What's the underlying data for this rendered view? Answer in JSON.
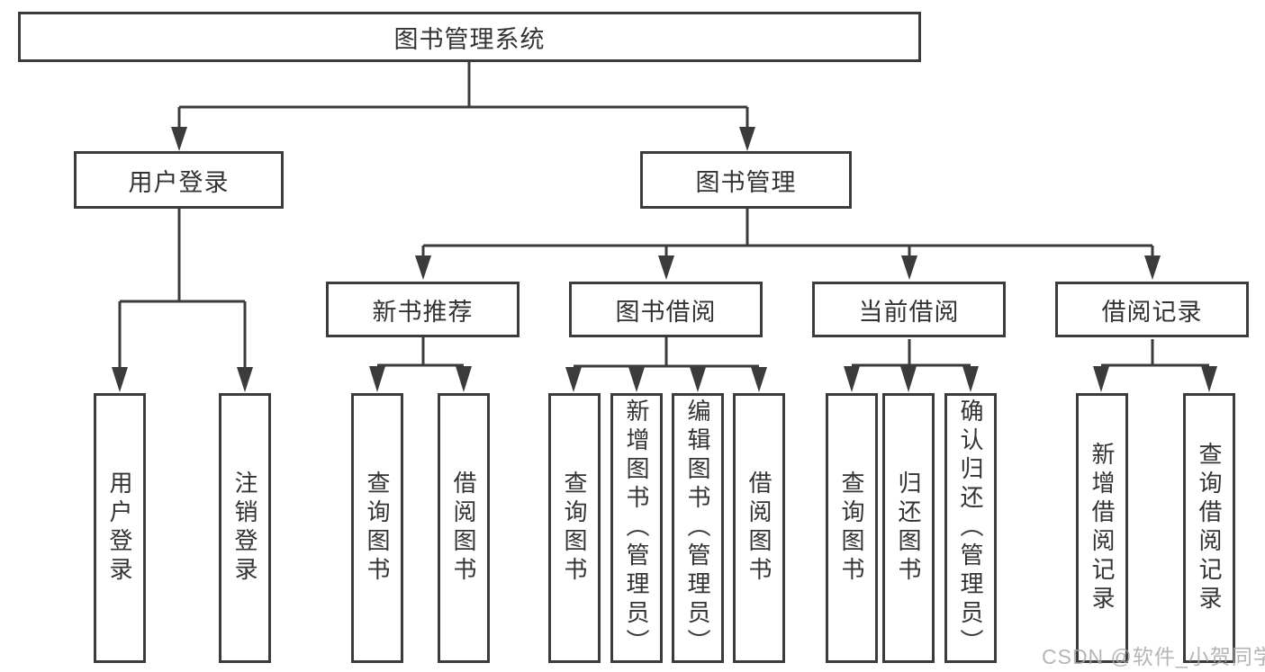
{
  "diagram_title": "图书管理系统",
  "tree": {
    "root_label": "图书管理系统",
    "branches": [
      {
        "label": "用户登录",
        "children": [
          {
            "label": "用户登录"
          },
          {
            "label": "注销登录"
          }
        ]
      },
      {
        "label": "图书管理",
        "sections": [
          {
            "label": "新书推荐",
            "children": [
              {
                "label": "查询图书"
              },
              {
                "label": "借阅图书"
              }
            ]
          },
          {
            "label": "图书借阅",
            "children": [
              {
                "label": "查询图书"
              },
              {
                "label": "新增图书（管理员）"
              },
              {
                "label": "编辑图书（管理员）"
              },
              {
                "label": "借阅图书"
              }
            ]
          },
          {
            "label": "当前借阅",
            "children": [
              {
                "label": "查询图书"
              },
              {
                "label": "归还图书"
              },
              {
                "label": "确认归还（管理员）"
              }
            ]
          },
          {
            "label": "借阅记录",
            "children": [
              {
                "label": "新增借阅记录"
              },
              {
                "label": "查询借阅记录"
              }
            ]
          }
        ]
      }
    ]
  },
  "watermark": {
    "text": "CSDN @软件_小贺同学",
    "color": "#a9a9a9"
  },
  "colors": {
    "line": "#3b3b3b",
    "text": "#333333",
    "background": "#ffffff"
  }
}
